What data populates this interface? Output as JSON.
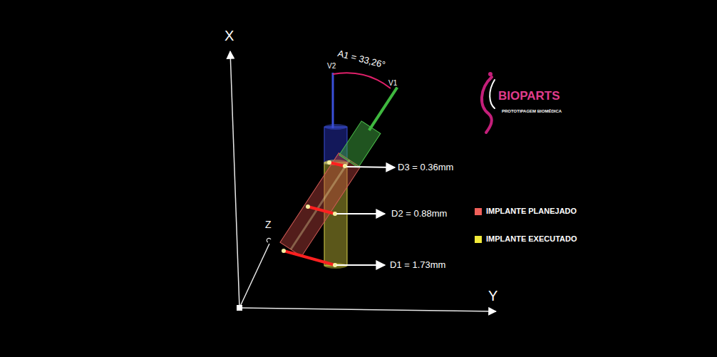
{
  "diagram": {
    "labels": [
      "X",
      "Y",
      "Z",
      "V2",
      "V1",
      "A1 = 33,26°",
      "D3 = 0.36mm",
      "D2 = 0.88mm",
      "D1 = 1.73mm",
      "BIOPARTS",
      "PROTOTIPAGEM BIOMÉDICA"
    ],
    "legend": [
      {
        "text": "IMPLANTE PLANEJADO",
        "color": "#f0605a"
      },
      {
        "text": "IMPLANTE EXECUTADO",
        "color": "#f2ea3a"
      }
    ]
  }
}
